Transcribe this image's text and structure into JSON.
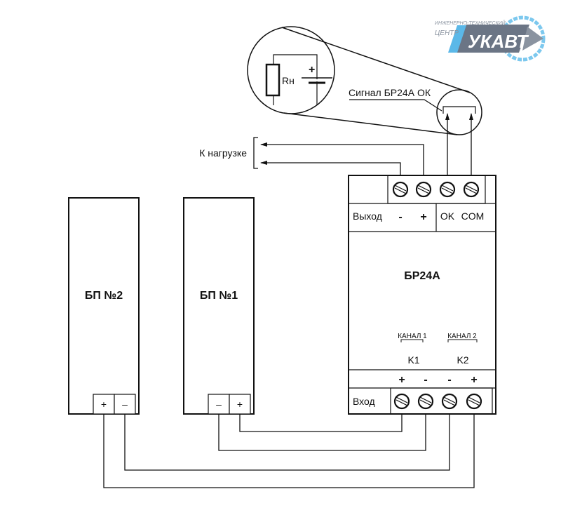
{
  "logo": {
    "line1": "ИНЖЕНЕРНО-ТЕХНИЧЕСКИЙ",
    "line2": "ЦЕНТР",
    "brand": "УКАВТ",
    "colors": {
      "blue": "#5bb8e8",
      "gray": "#6b7585"
    }
  },
  "inset": {
    "resistor_label": "Rн",
    "battery_plus": "+",
    "signal_label": "Сигнал БР24А ОК"
  },
  "load_label": "К нагрузке",
  "psu2": {
    "title": "БП №2",
    "terminals": [
      "+",
      "–"
    ]
  },
  "psu1": {
    "title": "БП №1",
    "terminals": [
      "–",
      "+"
    ]
  },
  "module": {
    "title": "БР24А",
    "output_label": "Выход",
    "output_terminals": [
      "-",
      "+",
      "OK",
      "COM"
    ],
    "channel1": "КАНАЛ 1",
    "channel2": "КАНАЛ 2",
    "k1": "K1",
    "k2": "K2",
    "input_polarity": [
      "+",
      "-",
      "-",
      "+"
    ],
    "input_label": "Вход"
  }
}
